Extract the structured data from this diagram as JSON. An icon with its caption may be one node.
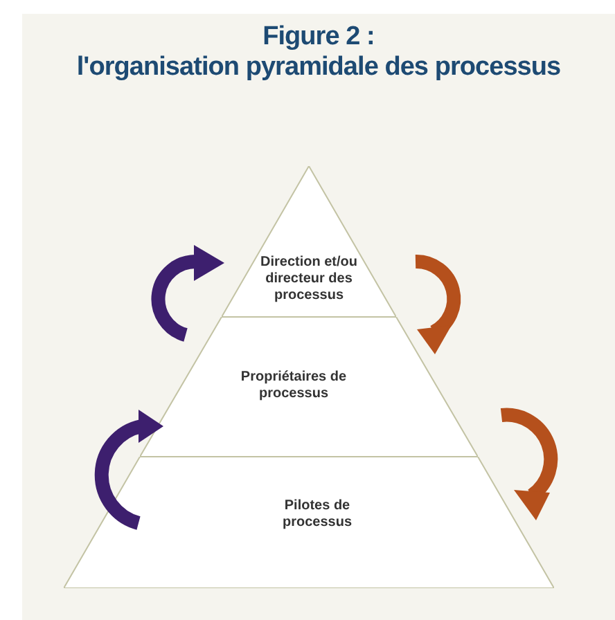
{
  "diagram": {
    "title": "Figure 2 :",
    "nodes": [
      {
        "text": [
          "Direction et/ou directeur des processus"
        ]
      },
      {
        "text": [
          "Propriétaires de processus"
        ]
      },
      {
        "text": [
          "Pilotes de processus"
        ]
      }
    ],
    "labels": [
      "l'organisation pyramidale des processus"
    ]
  }
}
